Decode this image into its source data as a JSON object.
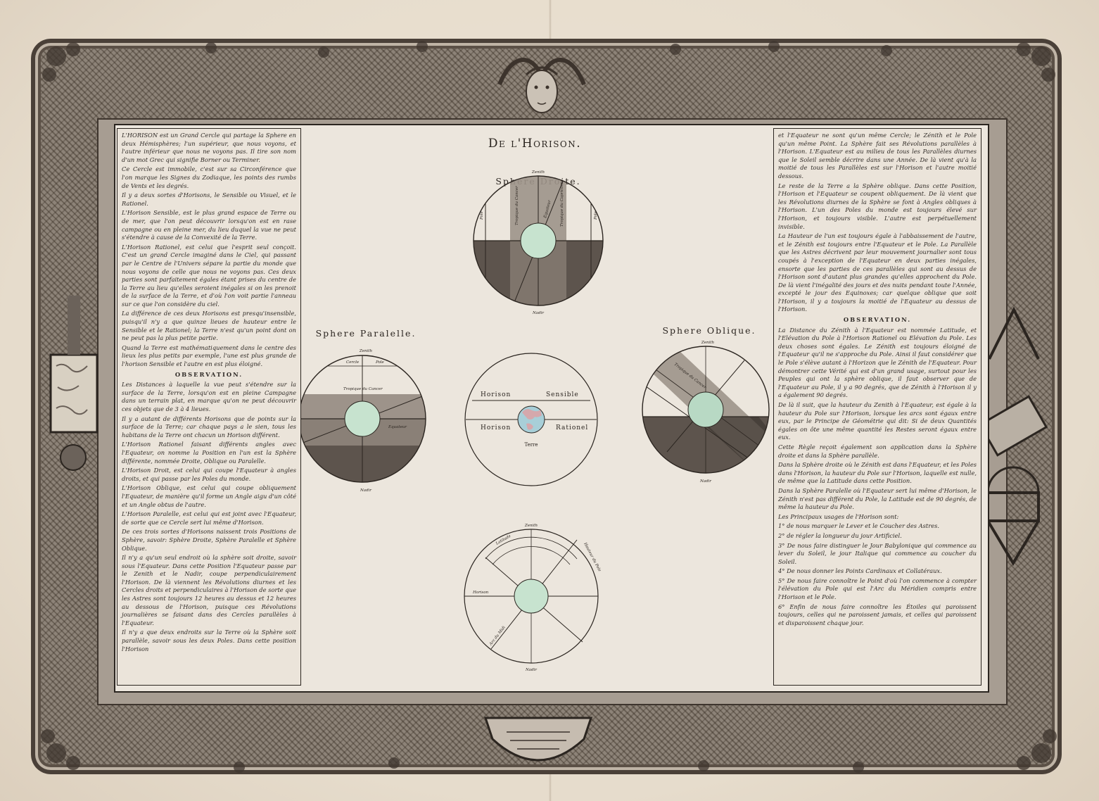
{
  "title": "De l'Horison.",
  "diagrams": {
    "droite": {
      "heading": "Sphere Droite.",
      "labels": {
        "zenith": "Zenith",
        "nadir": "Nadir",
        "pole_left": "Pole",
        "pole_right": "Pole",
        "tropic_cancer": "Tropique du Cancer",
        "tropic_capricorn": "Tropique du Capricorne",
        "equateur": "Equateur"
      }
    },
    "paralelle": {
      "heading": "Sphere Paralelle.",
      "labels": {
        "zenith": "Zenith",
        "nadir": "Nadir",
        "pole": "Pole",
        "cercle": "Cercle",
        "tropic_cancer": "Tropique du Cancer",
        "equateur": "Equateur"
      }
    },
    "oblique": {
      "heading": "Sphere Oblique.",
      "labels": {
        "zenith": "Zenith",
        "nadir": "Nadir",
        "tropic_cancer": "Tropique du Cancer"
      }
    },
    "centre": {
      "labels": {
        "horison": "Horison",
        "sensible": "Sensible",
        "horison2": "Horison",
        "rationel": "Rationel",
        "terre": "Terre"
      }
    },
    "bas": {
      "labels": {
        "zenith": "Zenith",
        "nadir": "Nadir",
        "latitude": "Latitude",
        "horison": "Horison",
        "hauteur_pole": "Hauteur du Pole",
        "arc_midi": "Arc du Midi"
      }
    }
  },
  "left_text": {
    "paragraphs": [
      "L'HORISON est un Grand Cercle qui partage la Sphere en deux Hémisphères; l'un supérieur, que nous voyons, et l'autre inférieur que nous ne voyons pas. Il tire son nom d'un mot Grec qui signifie Borner ou Terminer.",
      "Ce Cercle est immobile, c'est sur sa Circonférence que l'on marque les Signes du Zodiaque, les points des rumbs de Vents et les degrés.",
      "Il y a deux sortes d'Horisons, le Sensible ou Visuel, et le Rationel.",
      "L'Horison Sensible, est le plus grand espace de Terre ou de mer, que l'on peut découvrir lorsqu'on est en rase campagne ou en pleine mer, du lieu duquel la vue ne peut s'étendre à cause de la Convexité de la Terre.",
      "L'Horison Rationel, est celui que l'esprit seul conçoit. C'est un grand Cercle imaginé dans le Ciel, qui passant par le Centre de l'Univers sépare la partie du monde que nous voyons de celle que nous ne voyons pas. Ces deux parties sont parfaitement égales étant prises du centre de la Terre au lieu qu'elles seroient inégales si on les prenoit de la surface de la Terre, et d'où l'on voit partie l'anneau sur ce que l'on considère du ciel.",
      "La différence de ces deux Horisons est presqu'insensible, puisqu'il n'y a que quinze lieues de hauteur entre le Sensible et le Rationel; la Terre n'est qu'un point dont on ne peut pas la plus petite partie.",
      "Quand la Terre est mathématiquement dans le centre des lieux les plus petits par exemple, l'une est plus grande de l'horison Sensible et l'autre en est plus éloigné."
    ],
    "observation_heading": "OBSERVATION.",
    "observation_paragraphs": [
      "Les Distances à laquelle la vue peut s'étendre sur la surface de la Terre, lorsqu'on est en pleine Campagne dans un terrain plat, en marque qu'on ne peut découvrir ces objets que de 3 à 4 lieues.",
      "Il y a autant de différents Horisons que de points sur la surface de la Terre; car chaque pays a le sien, tous les habitans de la Terre ont chacun un Horison différent.",
      "L'Horison Rationel faisant différents angles avec l'Equateur, on nomme la Position en l'un est la Sphère différente, nommée Droite, Oblique ou Paralelle.",
      "L'Horison Droit, est celui qui coupe l'Equateur à angles droits, et qui passe par les Poles du monde.",
      "L'Horison Oblique, est celui qui coupe obliquement l'Equateur, de manière qu'il forme un Angle aigu d'un côté et un Angle obtus de l'autre.",
      "L'Horison Paralelle, est celui qui est joint avec l'Equateur, de sorte que ce Cercle sert lui même d'Horison.",
      "De ces trois sortes d'Horisons naissent trois Positions de Sphère, savoir: Sphère Droite, Sphère Paralelle et Sphère Oblique.",
      "Il n'y a qu'un seul endroit où la sphère soit droite, savoir sous l'Equateur. Dans cette Position l'Equateur passe par le Zenith et le Nadir, coupe perpendiculairement l'Horison. De là viennent les Révolutions diurnes et les Cercles droits et perpendiculaires à l'Horison de sorte que les Astres sont toujours 12 heures au dessus et 12 heures au dessous de l'Horison, puisque ces Révolutions journalières se faisant dans des Cercles parallèles à l'Equateur.",
      "Il n'y a que deux endroits sur la Terre où la Sphère soit parallèle, savoir sous les deux Poles. Dans cette position l'Horison"
    ]
  },
  "right_text": {
    "paragraphs": [
      "et l'Equateur ne sont qu'un même Cercle; le Zénith et le Pole qu'un même Point. La Sphère fait ses Révolutions parallèles à l'Horison. L'Equateur est au milieu de tous les Parallèles diurnes que le Soleil semble décrire dans une Année. De là vient qu'à la moitié de tous les Parallèles est sur l'Horison et l'autre moitié dessous.",
      "Le reste de la Terre a la Sphère oblique. Dans cette Position, l'Horison et l'Equateur se coupent obliquement. De là vient que les Révolutions diurnes de la Sphère se font à Angles obliques à l'Horison. L'un des Poles du monde est toujours élevé sur l'Horison, et toujours visible. L'autre est perpétuellement invisible.",
      "La Hauteur de l'un est toujours égale à l'abbaissement de l'autre, et le Zénith est toujours entre l'Equateur et le Pole. La Parallèle que les Astres décrivent par leur mouvement journalier sont tous coupés à l'exception de l'Equateur en deux parties inégales, ensorte que les parties de ces parallèles qui sont au dessus de l'Horison sont d'autant plus grandes qu'elles approchent du Pole. De là vient l'inégalité des jours et des nuits pendant toute l'Année, excepté le jour des Equinoxes; car quelque oblique que soit l'Horison, il y a toujours la moitié de l'Equateur au dessus de l'Horison."
    ],
    "observation_heading": "OBSERVATION.",
    "observation_paragraphs": [
      "La Distance du Zénith à l'Equateur est nommée Latitude, et l'Elévation du Pole à l'Horison Rationel ou Elévation du Pole. Les deux choses sont égales. Le Zénith est toujours éloigné de l'Equateur qu'il ne s'approche du Pole. Ainsi il faut considérer que le Pole s'élève autant à l'Horizon que le Zénith de l'Equateur. Pour démontrer cette Vérité qui est d'un grand usage, surtout pour les Peuples qui ont la sphère oblique, il faut observer que de l'Equateur au Pole, il y a 90 degrés, que de Zénith à l'Horison il y a également 90 degrés.",
      "De là il suit, que la hauteur du Zenith à l'Equateur, est égale à la hauteur du Pole sur l'Horison, lorsque les arcs sont égaux entre eux, par le Principe de Géométrie qui dit: Si de deux Quantités égales on ôte une même quantité les Restes seront égaux entre eux.",
      "Cette Règle reçoit également son application dans la Sphère droite et dans la Sphère parallèle.",
      "Dans la Sphère droite où le Zénith est dans l'Equateur, et les Poles dans l'Horison, la hauteur du Pole sur l'Horison, laquelle est nulle, de même que la Latitude dans cette Position.",
      "Dans la Sphère Paralelle où l'Equateur sert lui même d'Horison, le Zénith n'est pas différent du Pole, la Latitude est de 90 degrés, de même la hauteur du Pole.",
      "Les Principaux usages de l'Horison sont:",
      "1° de nous marquer le Lever et le Coucher des Astres.",
      "2° de régler la longueur du jour Artificiel.",
      "3° De nous faire distinguer le Jour Babylonique qui commence au lever du Soleil, le jour Italique qui commence au coucher du Soleil.",
      "4° De nous donner les Points Cardinaux et Collatéraux.",
      "5° De nous faire connoître le Point d'où l'on commence à compter l'élévation du Pole qui est l'Arc du Méridien compris entre l'Horison et le Pole.",
      "6° Enfin de nous faire connoître les Étoiles qui paroissent toujours, celles qui ne paroissent jamais, et celles qui paroissent et disparoissent chaque jour."
    ]
  },
  "colors": {
    "ink": "#2b2520",
    "sky_gray": "#9d938a",
    "dark_gray": "#5d544d",
    "earth_green": "#c7e3cf",
    "paper": "#ece6dd",
    "frame": "#8d8378",
    "tropic_pink": "#d9a3a7"
  },
  "icons": [
    "mascaron-face-ornament",
    "foliage-ornament",
    "instrument-trophy-left",
    "instrument-trophy-right",
    "cartouche-bottom"
  ]
}
